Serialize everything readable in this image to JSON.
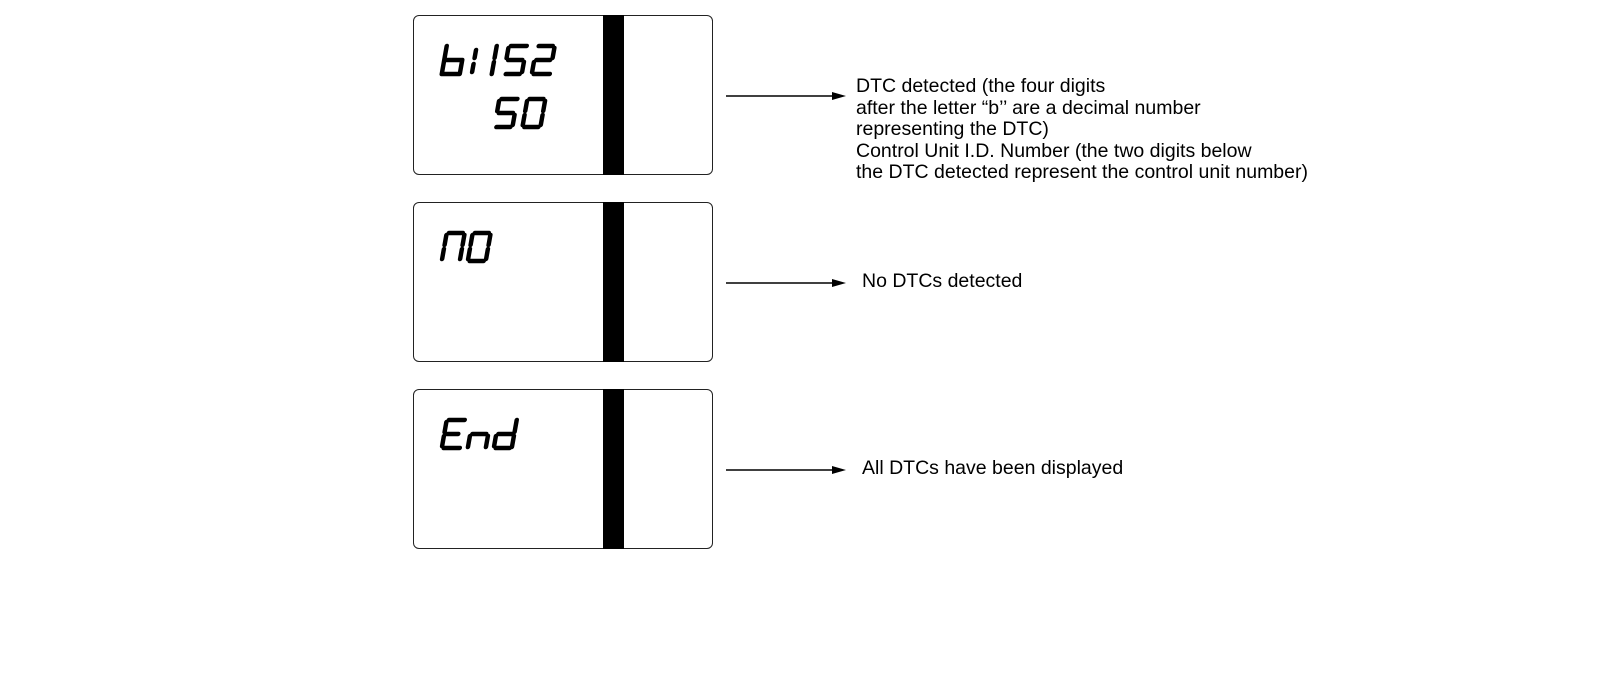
{
  "rows": [
    {
      "display": {
        "line1": "b1152",
        "line2": "50"
      },
      "description_lines": [
        "DTC detected (the four digits",
        "after the letter “b’’ are a decimal number",
        "representing the DTC)",
        "Control Unit I.D. Number (the two digits below",
        "the DTC detected represent the control unit number)"
      ]
    },
    {
      "display": {
        "line1": "no"
      },
      "description_lines": [
        "No DTCs detected"
      ]
    },
    {
      "display": {
        "line1": "End"
      },
      "description_lines": [
        "All DTCs have been displayed"
      ]
    }
  ]
}
